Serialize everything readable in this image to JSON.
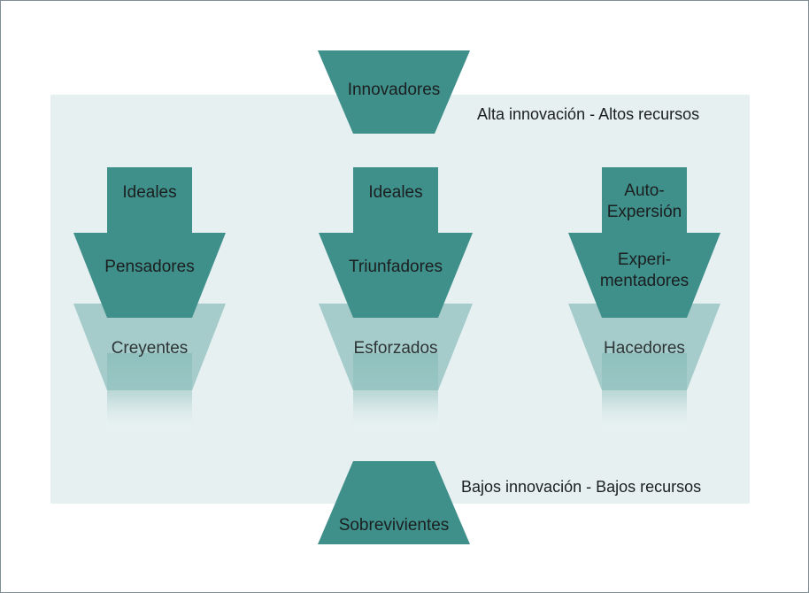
{
  "colors": {
    "band": "#e6f0f1",
    "shape": "#3f8f8b",
    "shape_faded": "#7fb6b3",
    "shape_fade_end": "#eef5f5",
    "text": "#1b1f1f"
  },
  "top": {
    "label": "Innovadores",
    "corner_label": "Alta innovación - Altos recursos"
  },
  "bottom": {
    "label": "Sobrevivientes",
    "corner_label": "Bajos innovación - Bajos recursos"
  },
  "columns": [
    {
      "motivation": "Ideales",
      "high": "Pensadores",
      "low": "Creyentes"
    },
    {
      "motivation": "Ideales",
      "high": "Triunfadores",
      "low": "Esforzados"
    },
    {
      "motivation_lines": [
        "Auto-",
        "Expersión"
      ],
      "high_lines": [
        "Experi-",
        "mentadores"
      ],
      "low": "Hacedores"
    }
  ]
}
